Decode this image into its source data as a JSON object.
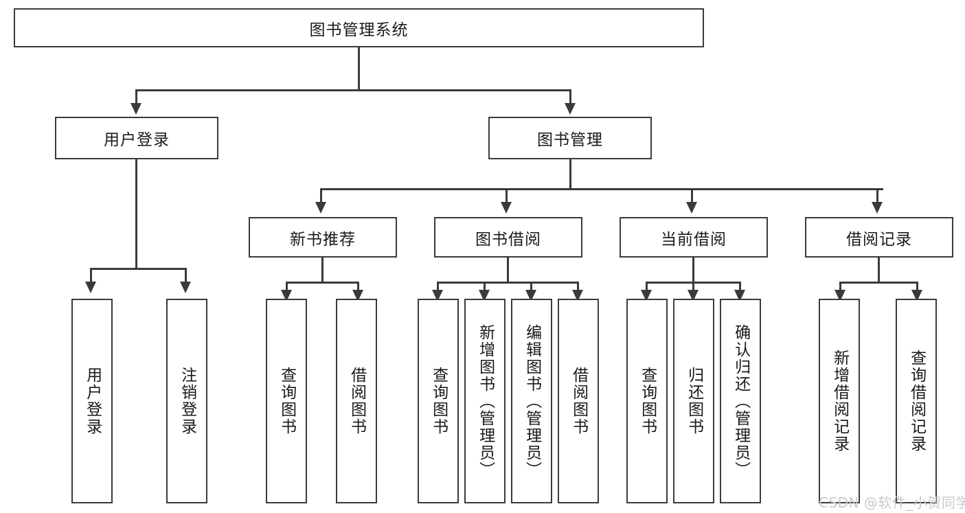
{
  "diagram": {
    "title": "图书管理系统",
    "root": {
      "label": "图书管理系统"
    },
    "level2": [
      {
        "label": "用户登录"
      },
      {
        "label": "图书管理"
      }
    ],
    "level3": [
      {
        "label": "新书推荐"
      },
      {
        "label": "图书借阅"
      },
      {
        "label": "当前借阅"
      },
      {
        "label": "借阅记录"
      }
    ],
    "leaves": {
      "user_login": [
        {
          "label": "用户登录"
        },
        {
          "label": "注销登录"
        }
      ],
      "new_book_recommend": [
        {
          "label": "查询图书"
        },
        {
          "label": "借阅图书"
        }
      ],
      "book_borrow": [
        {
          "label": "查询图书"
        },
        {
          "label": "新增图书（管理员）"
        },
        {
          "label": "编辑图书（管理员）"
        },
        {
          "label": "借阅图书"
        }
      ],
      "current_borrow": [
        {
          "label": "查询图书"
        },
        {
          "label": "归还图书"
        },
        {
          "label": "确认归还（管理员）"
        }
      ],
      "borrow_record": [
        {
          "label": "新增借阅记录"
        },
        {
          "label": "查询借阅记录"
        }
      ]
    },
    "watermark": "CSDN @软件_小贺同学",
    "colors": {
      "stroke": "#3a3a3a",
      "background": "#ffffff",
      "text": "#1a1a1a",
      "watermark": "#c9c9c9"
    }
  }
}
